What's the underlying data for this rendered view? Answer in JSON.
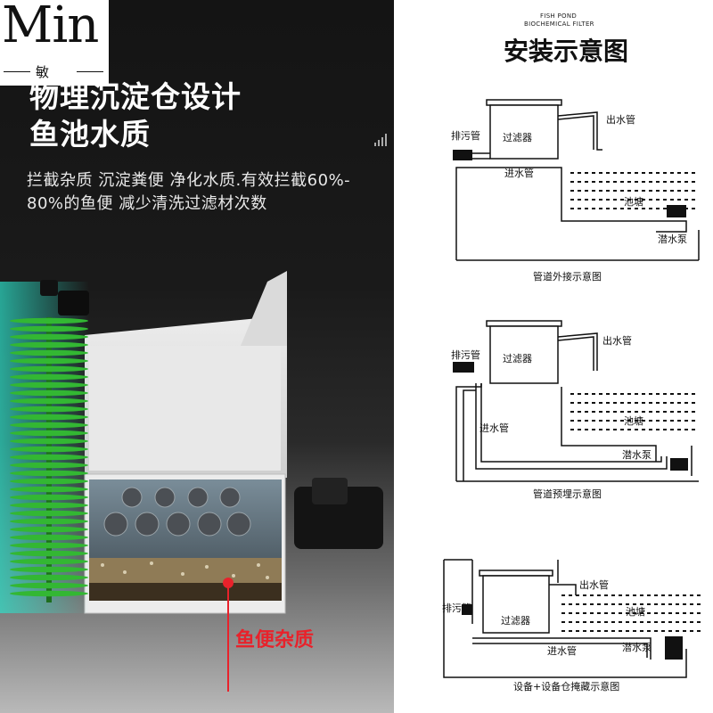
{
  "logo": {
    "brand": "Min",
    "subtitle": "敏"
  },
  "left_panel": {
    "headline_1": "物理沉淀仓设计",
    "headline_2": "鱼池水质",
    "description_line_1": "拦截杂质 沉淀粪便 净化水质.有效拦截60%-",
    "description_line_2": "80%的鱼便 减少清洗过滤材次数",
    "callout": "鱼便杂质",
    "callout_color": "#e8222b"
  },
  "right_panel": {
    "english_title_1": "FISH POND",
    "english_title_2": "BIOCHEMICAL FILTER",
    "title": "安装示意图",
    "diagrams": [
      {
        "labels": {
          "drain": "排污管",
          "filter": "过滤器",
          "outlet": "出水管",
          "inlet": "进水管",
          "pond": "池塘",
          "pump": "潜水泵"
        },
        "caption": "管道外接示意图"
      },
      {
        "labels": {
          "drain": "排污管",
          "filter": "过滤器",
          "outlet": "出水管",
          "inlet": "进水管",
          "pond": "池塘",
          "pump": "潜水泵"
        },
        "caption": "管道预埋示意图"
      },
      {
        "labels": {
          "drain": "排污管",
          "filter": "过滤器",
          "outlet": "出水管",
          "inlet": "进水管",
          "pond": "池塘",
          "pump": "潜水泵"
        },
        "caption": "设备+设备仓掩藏示意图"
      }
    ]
  }
}
